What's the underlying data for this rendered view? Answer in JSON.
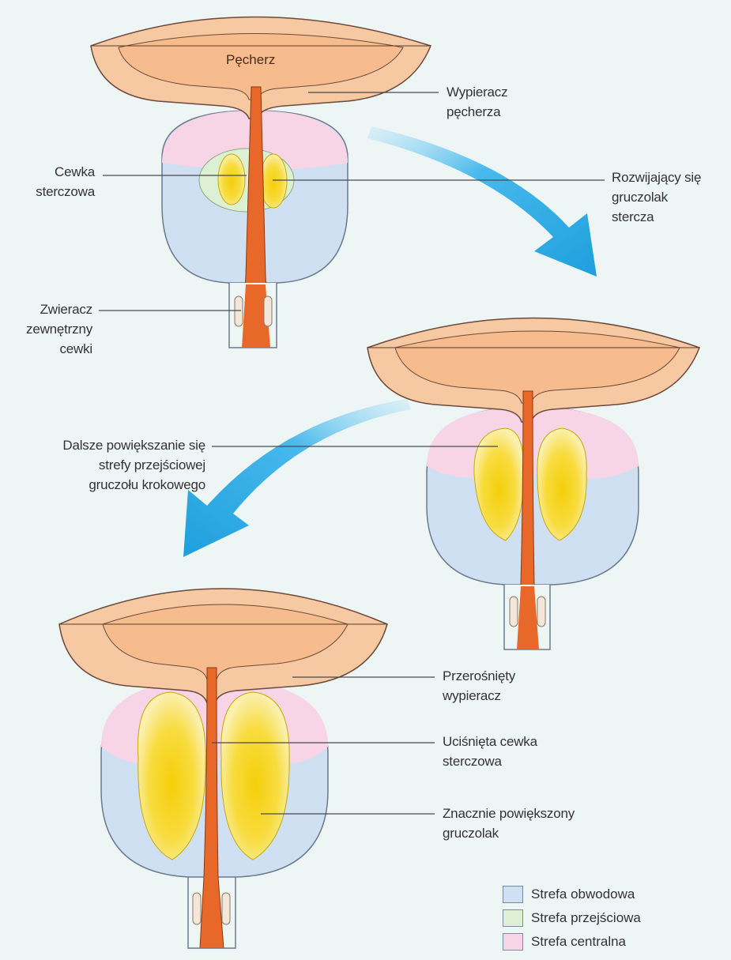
{
  "labels": {
    "bladder": "Pęcherz",
    "detrusor": [
      "Wypieracz",
      "pęcherza"
    ],
    "prostatic_urethra": [
      "Cewka",
      "sterczowa"
    ],
    "developing_adenoma": [
      "Rozwijający się",
      "gruczolak",
      "stercza"
    ],
    "external_sphincter": [
      "Zwieracz",
      "zewnętrzny",
      "cewki"
    ],
    "further_enlargement": [
      "Dalsze powiększanie się",
      "strefy przejściowej",
      "gruczołu krokowego"
    ],
    "overgrown_detrusor": [
      "Przerośnięty",
      "wypieracz"
    ],
    "compressed_urethra": [
      "Uciśnięta cewka",
      "sterczowa"
    ],
    "enlarged_adenoma": [
      "Znacznie powiększony",
      "gruczolak"
    ]
  },
  "legend": [
    {
      "label": "Strefa obwodowa",
      "color": "#cfe0f3"
    },
    {
      "label": "Strefa przejściowa",
      "color": "#ddf0d3"
    },
    {
      "label": "Strefa centralna",
      "color": "#f7d5e7"
    }
  ],
  "colors": {
    "peripheral": "#cfe0f3",
    "transition": "#ddf0d3",
    "central": "#f7d5e7",
    "bladder_wall": "#f7c9a3",
    "bladder_lumen": "#f7c39b",
    "urethra": "#e8682a",
    "adenoma_core": "#f6d21a",
    "adenoma_edge": "#fbeea0",
    "arrow": "#2eaee6"
  }
}
